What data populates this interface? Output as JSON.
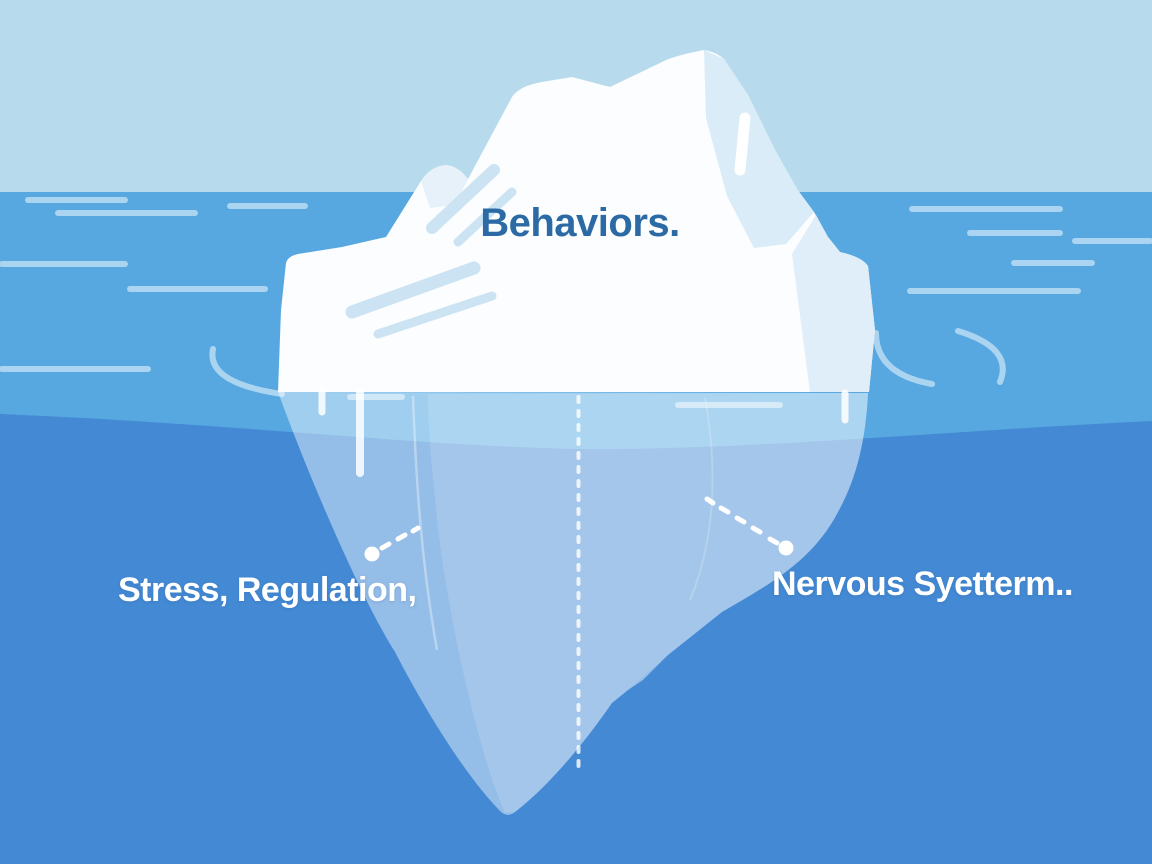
{
  "scene": {
    "type": "iceberg-metaphor-illustration",
    "labels": {
      "above_water": "Behaviors.",
      "below_left": "Stress, Regulation,",
      "below_right": "Nervous Syetterm.."
    },
    "colors": {
      "sky": "#b7daed",
      "water_surface": "#57a8e1",
      "water_deep": "#4489d3",
      "iceberg_white": "#fcfdfe",
      "iceberg_facet": "#d9ecf7",
      "iceberg_facet_right": "#dfeef8",
      "underwater_iceberg_tint": "#9fcfee",
      "label_above_color": "#2b6aa4",
      "label_below_color": "#ffffff",
      "ripple_color": "#ffffff"
    }
  }
}
